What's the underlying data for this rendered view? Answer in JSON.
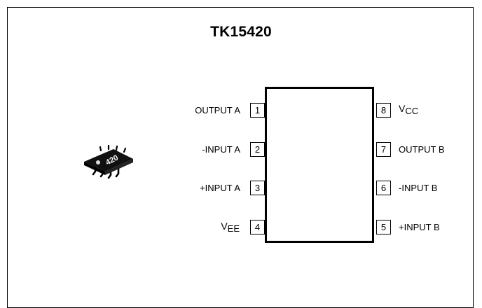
{
  "title": "TK15420",
  "package": {
    "marking": "420",
    "icon": "sop8-package-icon"
  },
  "pins": [
    {
      "number": "1",
      "label": "OUTPUT A",
      "side": "left"
    },
    {
      "number": "2",
      "label": "-INPUT A",
      "side": "left"
    },
    {
      "number": "3",
      "label": "+INPUT A",
      "side": "left"
    },
    {
      "number": "4",
      "label_main": "V",
      "label_sub": "EE",
      "side": "left"
    },
    {
      "number": "5",
      "label": "+INPUT B",
      "side": "right"
    },
    {
      "number": "6",
      "label": "-INPUT B",
      "side": "right"
    },
    {
      "number": "7",
      "label": "OUTPUT B",
      "side": "right"
    },
    {
      "number": "8",
      "label_main": "V",
      "label_sub": "CC",
      "side": "right"
    }
  ]
}
